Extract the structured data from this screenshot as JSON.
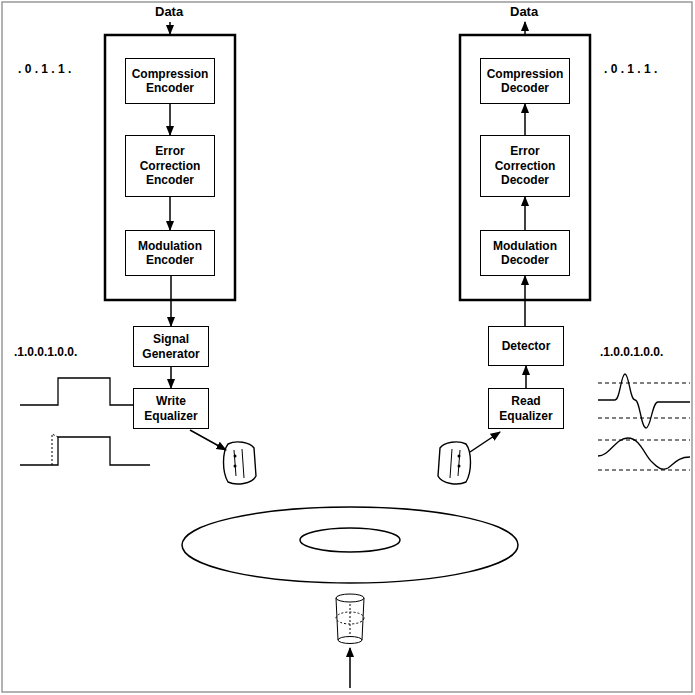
{
  "diagram": {
    "nodes": [
      {
        "text": [
          "Compression Encoder"
        ]
      },
      {
        "text": [
          "Error Correction Encoder"
        ]
      },
      {
        "text": [
          "Modulation Encoder"
        ]
      },
      {
        "text": [
          "Signal Generator"
        ]
      },
      {
        "text": [
          "Write Equalizer"
        ]
      },
      {
        "text": [
          "Compression Decoder"
        ]
      },
      {
        "text": [
          "Error Correction Decoder"
        ]
      },
      {
        "text": [
          "Modulation Decoder"
        ]
      },
      {
        "text": [
          "Detector"
        ]
      },
      {
        "text": [
          "Read Equalizer"
        ]
      }
    ],
    "edges": [
      {
        "from": 0,
        "to": 1,
        "arrow": "to"
      },
      {
        "from": 1,
        "to": 2,
        "arrow": "to"
      },
      {
        "from": 2,
        "to": 3,
        "arrow": "to"
      },
      {
        "from": 3,
        "to": 4,
        "arrow": "to"
      },
      {
        "from": 9,
        "to": 8,
        "arrow": "to"
      },
      {
        "from": 8,
        "to": 7,
        "arrow": "to"
      },
      {
        "from": 7,
        "to": 6,
        "arrow": "to"
      },
      {
        "from": 6,
        "to": 5,
        "arrow": "to"
      }
    ],
    "labels": [
      "Data",
      "Data",
      ". 0 . 1 . 1 .",
      ". 0 . 1 . 1 .",
      ".1.0.0.1.0.0.",
      ".1.0.0.1.0.0."
    ]
  }
}
